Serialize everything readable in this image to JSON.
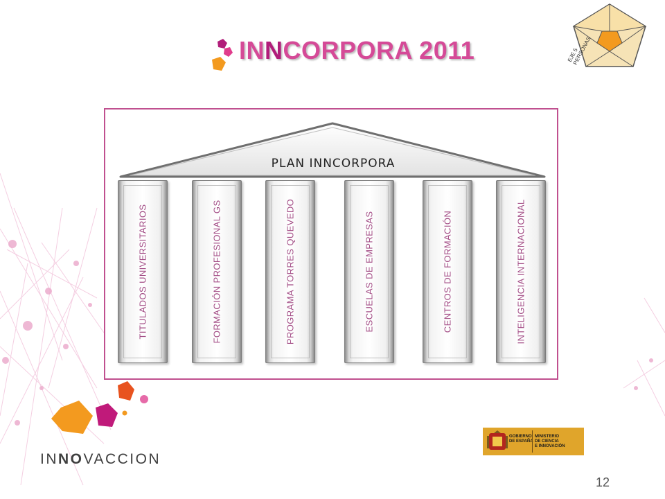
{
  "title": {
    "part1": "IN",
    "part2": "N",
    "part3": "CORPORA 2011"
  },
  "badge": {
    "line1": "EJE 5",
    "line2": "PERSONAS"
  },
  "plan": {
    "roof_label": "PLAN INNCORPORA",
    "pillars": [
      {
        "label": "TITULADOS UNIVERSITARIOS"
      },
      {
        "label": "FORMACIÓN PROFESIONAL GS"
      },
      {
        "label": "PROGRAMA TORRES QUEVEDO"
      },
      {
        "label": "ESCUELAS DE EMPRESAS"
      },
      {
        "label": "CENTROS DE FORMACIÓN"
      },
      {
        "label": "INTELIGENCIA INTERNACIONAL"
      }
    ]
  },
  "logo": {
    "text_a": "IN",
    "text_b": "NO",
    "text_c": "VACCION"
  },
  "government": {
    "left_line1": "GOBIERNO",
    "left_line2": "DE ESPAÑA",
    "right_line1": "MINISTERIO",
    "right_line2": "DE CIENCIA",
    "right_line3": "E INNOVACIÓN"
  },
  "page_number": "12",
  "colors": {
    "accent": "#d54a97",
    "frame": "#c0508f",
    "orange": "#f39a1f",
    "label": "#a34d86",
    "gov_bg": "#e0a52b"
  }
}
